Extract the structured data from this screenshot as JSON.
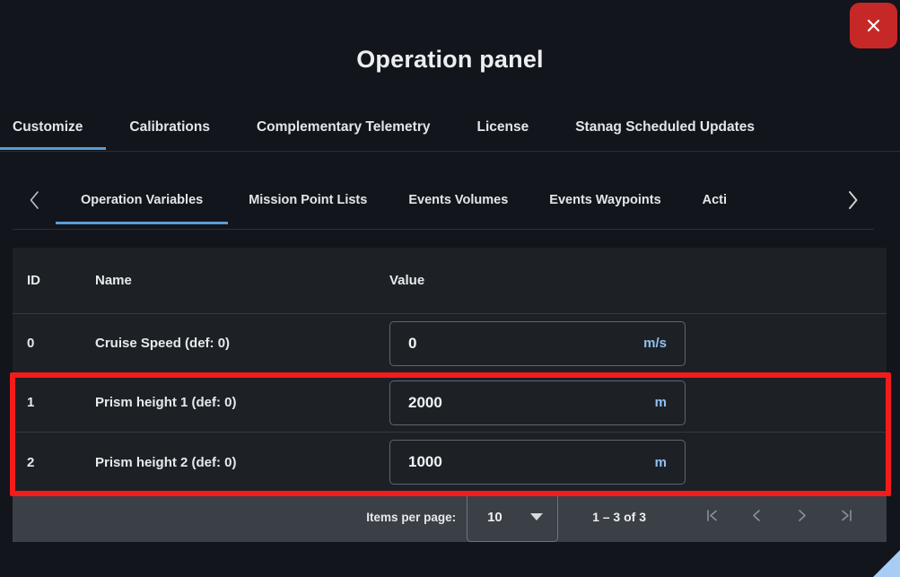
{
  "window": {
    "title": "Operation panel",
    "close_label": "close-icon"
  },
  "primary_tabs": [
    {
      "label": "Customize",
      "active": true
    },
    {
      "label": "Calibrations",
      "active": false
    },
    {
      "label": "Complementary Telemetry",
      "active": false
    },
    {
      "label": "License",
      "active": false
    },
    {
      "label": "Stanag Scheduled Updates",
      "active": false
    }
  ],
  "secondary_tabs": {
    "prev_chevron": "chevron-left-icon",
    "next_chevron": "chevron-right-icon",
    "items": [
      {
        "label": "Operation Variables",
        "active": true
      },
      {
        "label": "Mission Point Lists",
        "active": false
      },
      {
        "label": "Events Volumes",
        "active": false
      },
      {
        "label": "Events Waypoints",
        "active": false
      },
      {
        "label": "Acti",
        "active": false
      }
    ]
  },
  "table": {
    "columns": [
      "ID",
      "Name",
      "Value"
    ],
    "rows": [
      {
        "id": "0",
        "name": "Cruise Speed (def: 0)",
        "value": "0",
        "unit": "m/s",
        "highlighted": false
      },
      {
        "id": "1",
        "name": "Prism height 1 (def: 0)",
        "value": "2000",
        "unit": "m",
        "highlighted": true
      },
      {
        "id": "2",
        "name": "Prism height 2 (def: 0)",
        "value": "1000",
        "unit": "m",
        "highlighted": true
      }
    ]
  },
  "paginator": {
    "items_per_page_label": "Items per page:",
    "items_per_page_value": "10",
    "range_label": "1 – 3 of 3",
    "first_page": "first-page-icon",
    "prev_page": "previous-page-icon",
    "next_page": "next-page-icon",
    "last_page": "last-page-icon"
  },
  "colors": {
    "background": "#12151b",
    "surface": "#1d2126",
    "footer": "#3b4047",
    "accent": "#5b9bd5",
    "unit": "#90c0f0",
    "close": "#c62828",
    "annotation": "#f41b1b",
    "resize_handle": "#a8cdf5"
  }
}
